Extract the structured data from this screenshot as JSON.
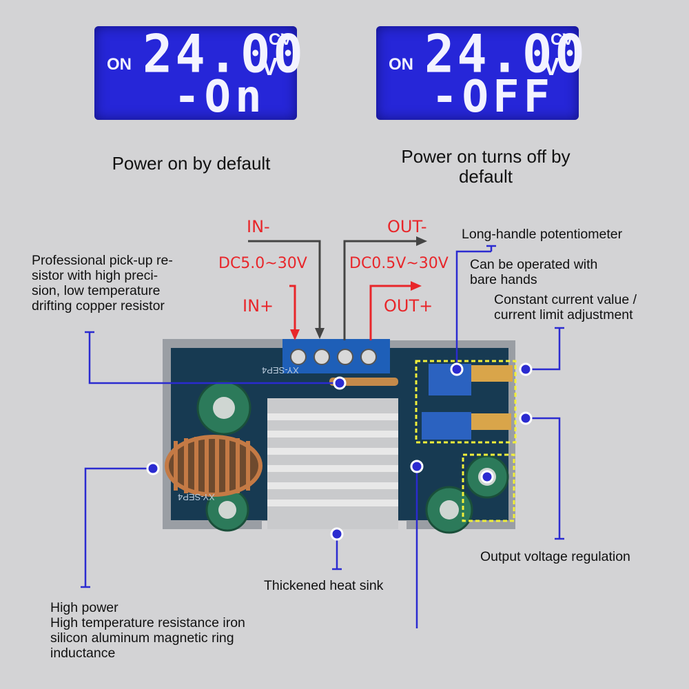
{
  "display_left": {
    "on_label": "ON",
    "voltage": "24.00",
    "unit": "V",
    "mode": "CV",
    "state": "-On"
  },
  "display_right": {
    "on_label": "ON",
    "voltage": "24.00",
    "unit": "V",
    "mode": "CV",
    "state": "-OFF"
  },
  "captions": {
    "left": "Power on by default",
    "right": "Power on turns off by default"
  },
  "terminals": {
    "in_minus": "IN-",
    "in_range": "DC5.0~30V",
    "in_plus": "IN+",
    "out_minus": "OUT-",
    "out_range": "DC0.5V~30V",
    "out_plus": "OUT+"
  },
  "annotations": {
    "resistor": "Professional pick-up re-\nsistor with high preci-\nsion, low temperature\ndrifting copper resistor",
    "potentiometer": "Long-handle potentiometer",
    "bare_hands": "Can be operated with\nbare hands",
    "current": "Constant current value /\ncurrent limit adjustment",
    "voltage": "Output voltage regulation",
    "heatsink": "Thickened heat sink",
    "inductor": "High power\nHigh temperature resistance iron\nsilicon aluminum magnetic ring\ninductance"
  },
  "board": {
    "silk_top": "XY-SEP4",
    "silk_bottom": "XY-SEP4"
  },
  "colors": {
    "lcd": "#2626d8",
    "annotation_line": "#2b2bd0",
    "arrow_red": "#e8262a",
    "arrow_dark": "#444444",
    "pcb": "#173a52"
  }
}
